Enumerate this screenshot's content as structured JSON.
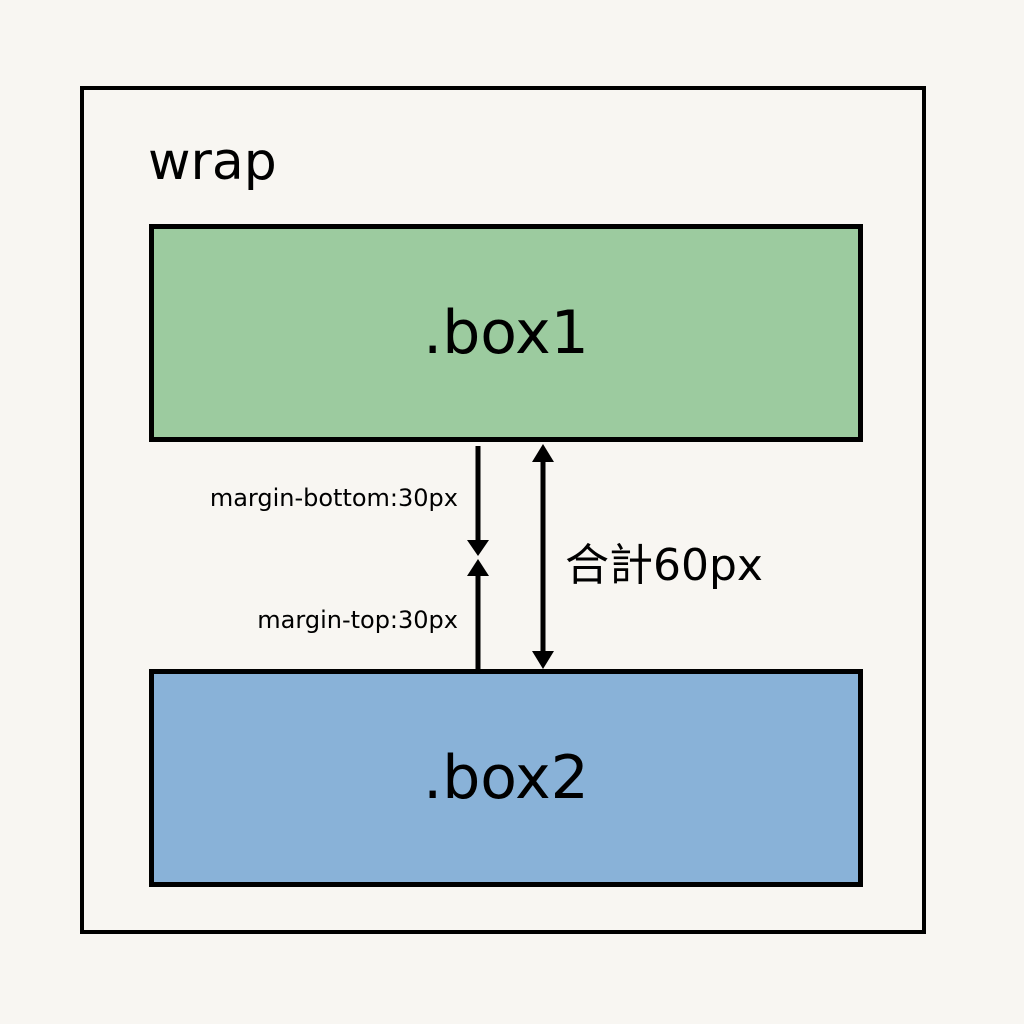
{
  "wrap": {
    "label": "wrap"
  },
  "box1": {
    "label": ".box1",
    "color": "#9ccb9f"
  },
  "box2": {
    "label": ".box2",
    "color": "#89b2d8"
  },
  "annotations": {
    "margin_bottom": "margin-bottom:30px",
    "margin_top": "margin-top:30px",
    "total": "合計60px"
  },
  "colors": {
    "background": "#f8f6f2",
    "stroke": "#000000"
  }
}
